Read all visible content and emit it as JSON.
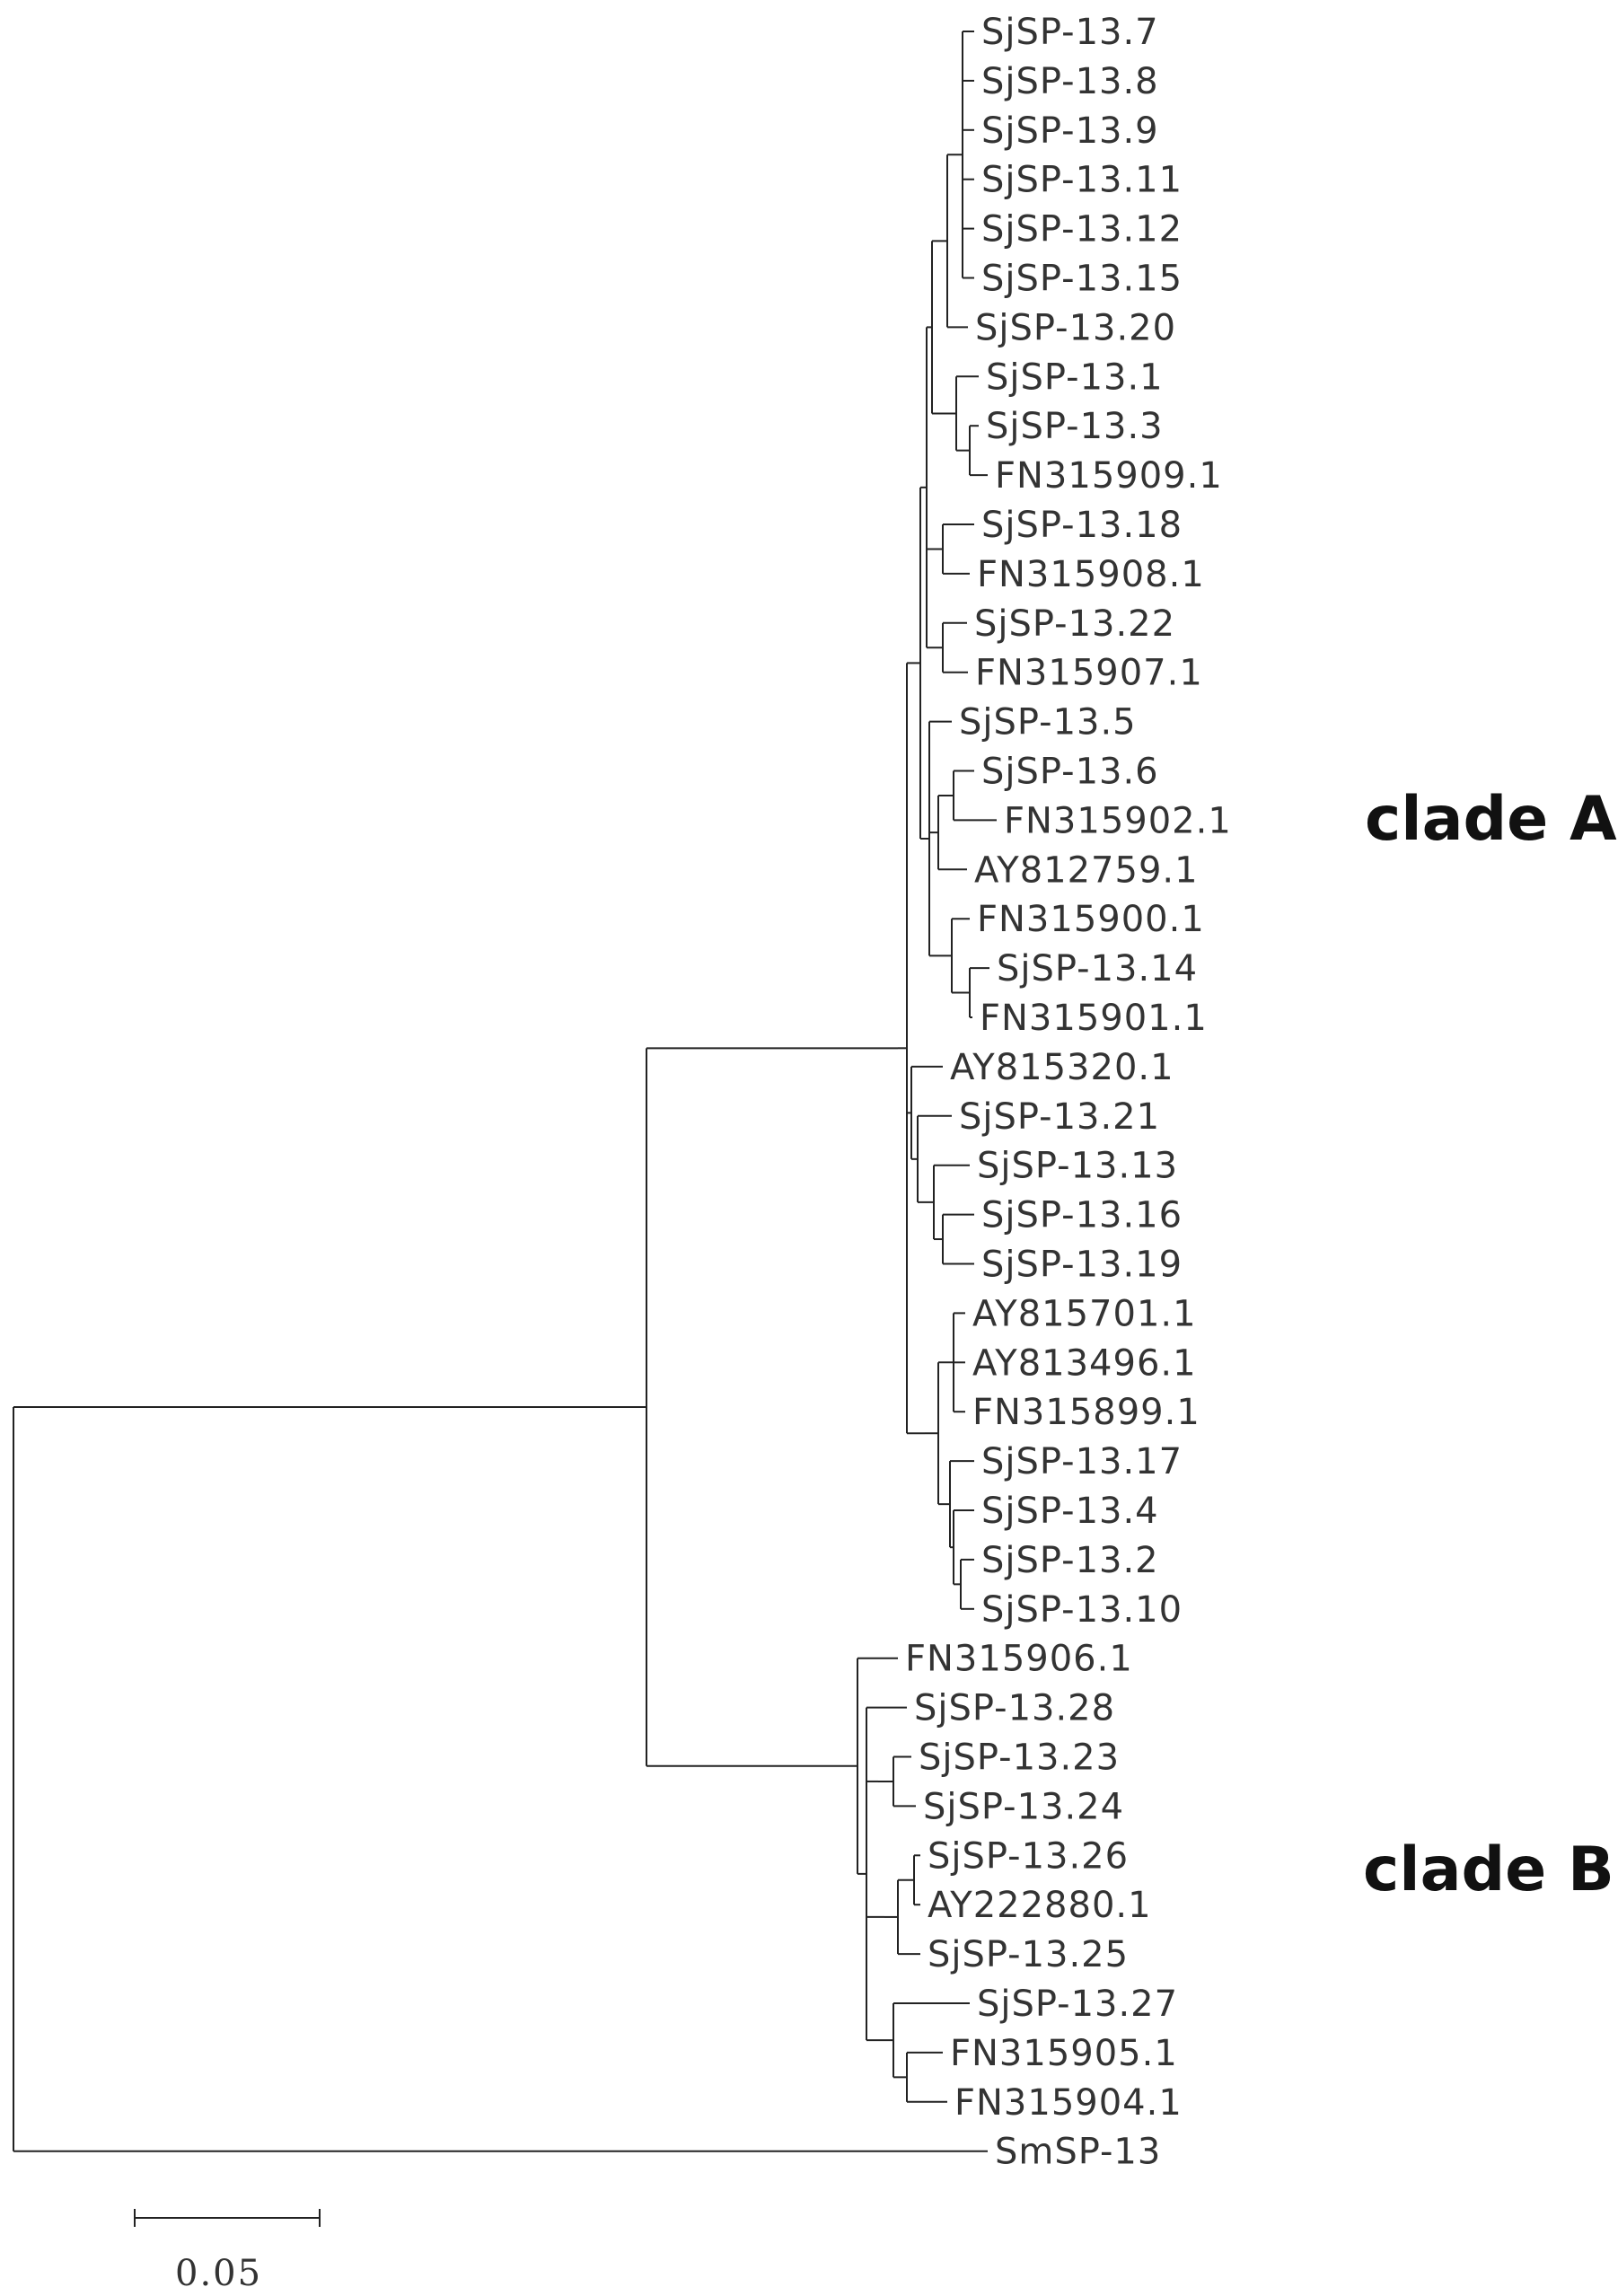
{
  "tree": {
    "clade_labels": [
      "clade A",
      "clade B"
    ],
    "scale_bar": {
      "value": 0.05,
      "label": "0.05"
    },
    "leaves": [
      "SjSP-13.7",
      "SjSP-13.8",
      "SjSP-13.9",
      "SjSP-13.11",
      "SjSP-13.12",
      "SjSP-13.15",
      "SjSP-13.20",
      "SjSP-13.1",
      "SjSP-13.3",
      "FN315909.1",
      "SjSP-13.18",
      "FN315908.1",
      "SjSP-13.22",
      "FN315907.1",
      "SjSP-13.5",
      "SjSP-13.6",
      "FN315902.1",
      "AY812759.1",
      "FN315900.1",
      "SjSP-13.14",
      "FN315901.1",
      "AY815320.1",
      "SjSP-13.21",
      "SjSP-13.13",
      "SjSP-13.16",
      "SjSP-13.19",
      "AY815701.1",
      "AY813496.1",
      "FN315899.1",
      "SjSP-13.17",
      "SjSP-13.4",
      "SjSP-13.2",
      "SjSP-13.10",
      "FN315906.1",
      "SjSP-13.28",
      "SjSP-13.23",
      "SjSP-13.24",
      "SjSP-13.26",
      "AY222880.1",
      "SjSP-13.25",
      "SjSP-13.27",
      "FN315905.1",
      "FN315904.1",
      "SmSP-13"
    ]
  }
}
